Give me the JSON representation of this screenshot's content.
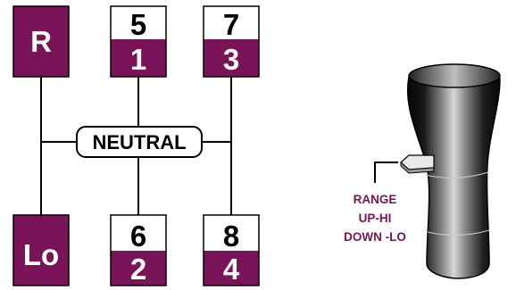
{
  "shift_pattern": {
    "boxes": {
      "reverse": {
        "label": "R"
      },
      "low": {
        "label": "Lo"
      },
      "gear_5_1": {
        "high": "5",
        "low": "1"
      },
      "gear_7_3": {
        "high": "7",
        "low": "3"
      },
      "gear_6_2": {
        "high": "6",
        "low": "2"
      },
      "gear_8_4": {
        "high": "8",
        "low": "4"
      }
    },
    "neutral_label": "NEUTRAL"
  },
  "range_knob": {
    "caption_lines": [
      "RANGE",
      "UP-HI",
      "DOWN -LO"
    ]
  },
  "colors": {
    "accent": "#7a1458",
    "line": "#000000",
    "background": "#ffffff"
  }
}
